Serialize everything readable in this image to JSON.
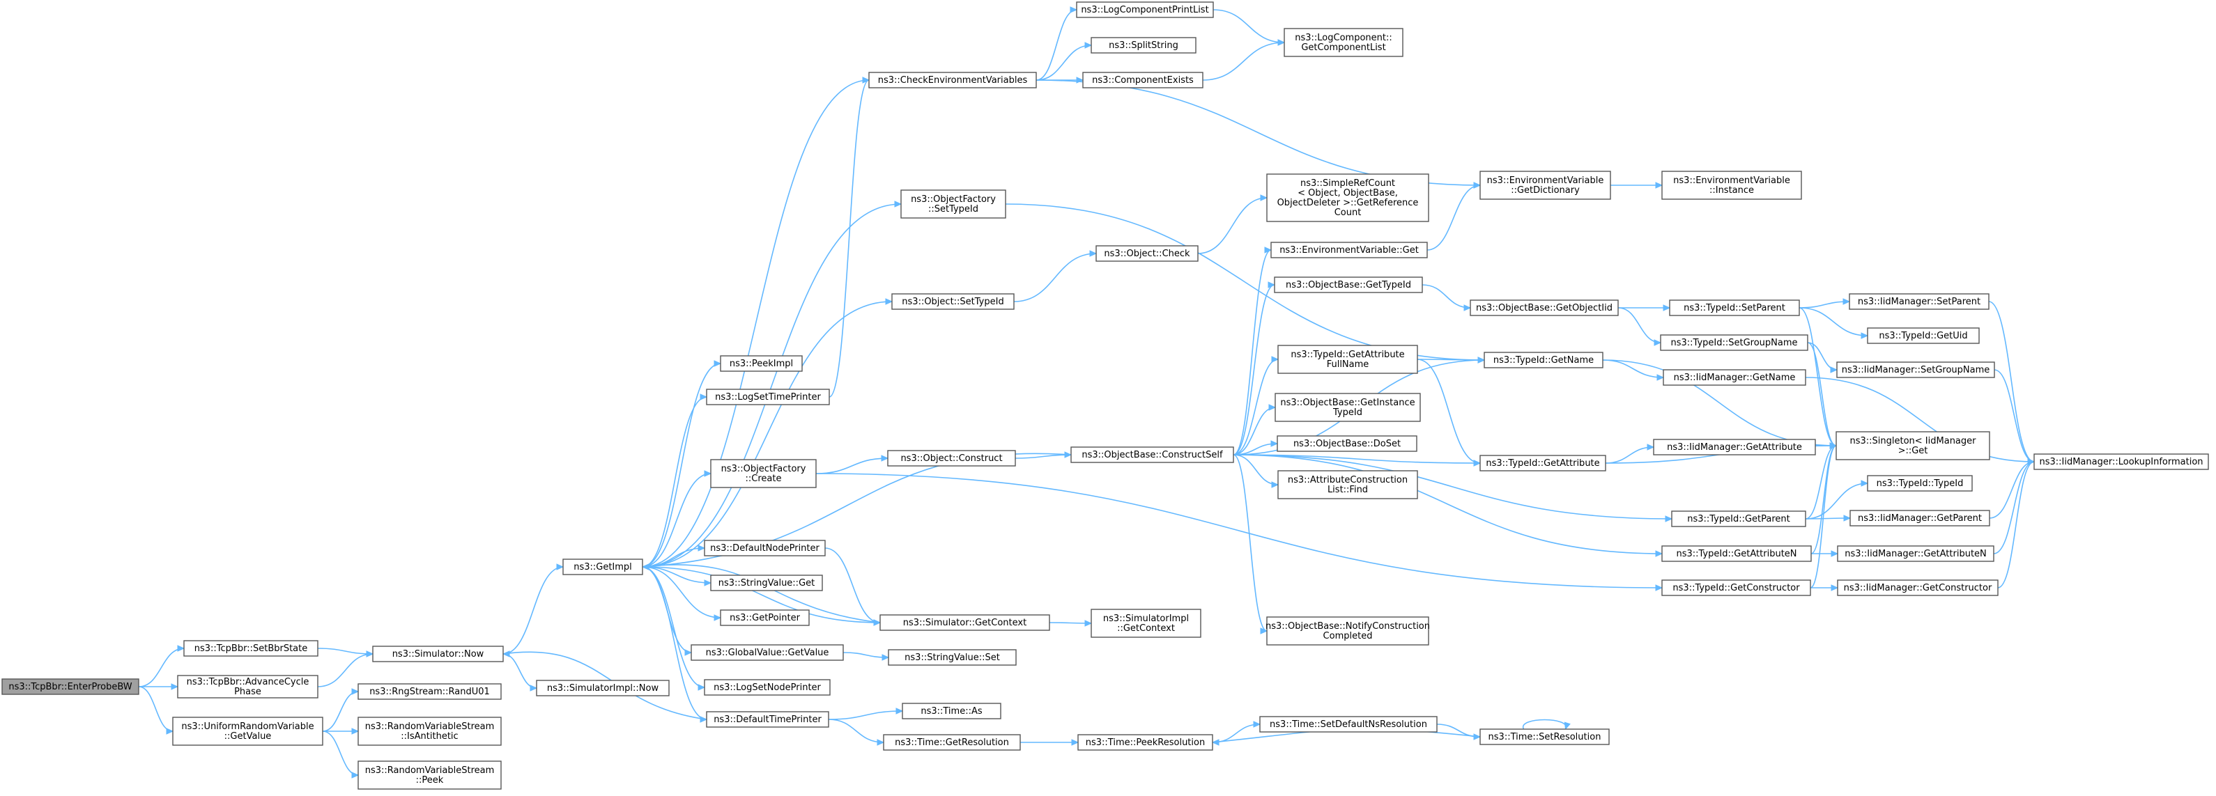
{
  "diagram": {
    "type": "call-graph",
    "colors": {
      "edge": "#63b8ff",
      "node_border": "#555555",
      "root_fill": "#a0a0a0",
      "node_fill": "#ffffff"
    },
    "nodes": [
      {
        "id": "enterProbeBW",
        "lines": [
          "ns3::TcpBbr::EnterProbeBW"
        ],
        "root": true
      },
      {
        "id": "setBbrState",
        "lines": [
          "ns3::TcpBbr::SetBbrState"
        ]
      },
      {
        "id": "advanceCycle",
        "lines": [
          "ns3::TcpBbr::AdvanceCycle",
          "Phase"
        ]
      },
      {
        "id": "urvGetValue",
        "lines": [
          "ns3::UniformRandomVariable",
          "::GetValue"
        ]
      },
      {
        "id": "simNow",
        "lines": [
          "ns3::Simulator::Now"
        ]
      },
      {
        "id": "randU01",
        "lines": [
          "ns3::RngStream::RandU01"
        ]
      },
      {
        "id": "isAntithetic",
        "lines": [
          "ns3::RandomVariableStream",
          "::IsAntithetic"
        ]
      },
      {
        "id": "rvsPeek",
        "lines": [
          "ns3::RandomVariableStream",
          "::Peek"
        ]
      },
      {
        "id": "getImpl",
        "lines": [
          "ns3::GetImpl"
        ]
      },
      {
        "id": "simImplNow",
        "lines": [
          "ns3::SimulatorImpl::Now"
        ]
      },
      {
        "id": "checkEnv",
        "lines": [
          "ns3::CheckEnvironmentVariables"
        ]
      },
      {
        "id": "peekImpl",
        "lines": [
          "ns3::PeekImpl"
        ]
      },
      {
        "id": "logSetTimePrinter",
        "lines": [
          "ns3::LogSetTimePrinter"
        ]
      },
      {
        "id": "objFactoryCreate",
        "lines": [
          "ns3::ObjectFactory",
          "::Create"
        ]
      },
      {
        "id": "defaultNodePrinter",
        "lines": [
          "ns3::DefaultNodePrinter"
        ]
      },
      {
        "id": "stringValueGet",
        "lines": [
          "ns3::StringValue::Get"
        ]
      },
      {
        "id": "getPointer",
        "lines": [
          "ns3::GetPointer"
        ]
      },
      {
        "id": "globalValueGetValue",
        "lines": [
          "ns3::GlobalValue::GetValue"
        ]
      },
      {
        "id": "logSetNodePrinter",
        "lines": [
          "ns3::LogSetNodePrinter"
        ]
      },
      {
        "id": "defaultTimePrinter",
        "lines": [
          "ns3::DefaultTimePrinter"
        ]
      },
      {
        "id": "logCompPrintList",
        "lines": [
          "ns3::LogComponentPrintList"
        ]
      },
      {
        "id": "splitString",
        "lines": [
          "ns3::SplitString"
        ]
      },
      {
        "id": "componentExists",
        "lines": [
          "ns3::ComponentExists"
        ]
      },
      {
        "id": "logCompGetList",
        "lines": [
          "ns3::LogComponent::",
          "GetComponentList"
        ]
      },
      {
        "id": "objFactorySetTypeId",
        "lines": [
          "ns3::ObjectFactory",
          "::SetTypeId"
        ]
      },
      {
        "id": "objectSetTypeId",
        "lines": [
          "ns3::Object::SetTypeId"
        ]
      },
      {
        "id": "objectCheck",
        "lines": [
          "ns3::Object::Check"
        ]
      },
      {
        "id": "objectConstruct",
        "lines": [
          "ns3::Object::Construct"
        ]
      },
      {
        "id": "simGetContext",
        "lines": [
          "ns3::Simulator::GetContext"
        ]
      },
      {
        "id": "stringValueSet",
        "lines": [
          "ns3::StringValue::Set"
        ]
      },
      {
        "id": "timeAs",
        "lines": [
          "ns3::Time::As"
        ]
      },
      {
        "id": "timeGetResolution",
        "lines": [
          "ns3::Time::GetResolution"
        ]
      },
      {
        "id": "simImplGetContext",
        "lines": [
          "ns3::SimulatorImpl",
          "::GetContext"
        ]
      },
      {
        "id": "timePeekResolution",
        "lines": [
          "ns3::Time::PeekResolution"
        ]
      },
      {
        "id": "objBaseConstructSelf",
        "lines": [
          "ns3::ObjectBase::ConstructSelf"
        ]
      },
      {
        "id": "simpleRefCount",
        "lines": [
          "ns3::SimpleRefCount",
          "< Object, ObjectBase,",
          "ObjectDeleter >::GetReference",
          "Count"
        ]
      },
      {
        "id": "envVarGet",
        "lines": [
          "ns3::EnvironmentVariable::Get"
        ]
      },
      {
        "id": "objBaseGetTypeId",
        "lines": [
          "ns3::ObjectBase::GetTypeId"
        ]
      },
      {
        "id": "typeIdGetAttrFullName",
        "lines": [
          "ns3::TypeId::GetAttribute",
          "FullName"
        ]
      },
      {
        "id": "objBaseGetInstanceTypeId",
        "lines": [
          "ns3::ObjectBase::GetInstance",
          "TypeId"
        ]
      },
      {
        "id": "objBaseDoSet",
        "lines": [
          "ns3::ObjectBase::DoSet"
        ]
      },
      {
        "id": "attrConstructionListFind",
        "lines": [
          "ns3::AttributeConstruction",
          "List::Find"
        ]
      },
      {
        "id": "objBaseNotify",
        "lines": [
          "ns3::ObjectBase::NotifyConstruction",
          "Completed"
        ]
      },
      {
        "id": "timeSetDefaultNsRes",
        "lines": [
          "ns3::Time::SetDefaultNsResolution"
        ]
      },
      {
        "id": "envVarGetDictionary",
        "lines": [
          "ns3::EnvironmentVariable",
          "::GetDictionary"
        ]
      },
      {
        "id": "objBaseGetObjectIid",
        "lines": [
          "ns3::ObjectBase::GetObjectIid"
        ]
      },
      {
        "id": "typeIdGetName",
        "lines": [
          "ns3::TypeId::GetName"
        ]
      },
      {
        "id": "typeIdGetAttribute",
        "lines": [
          "ns3::TypeId::GetAttribute"
        ]
      },
      {
        "id": "typeIdGetParent",
        "lines": [
          "ns3::TypeId::GetParent"
        ]
      },
      {
        "id": "typeIdGetAttributeN",
        "lines": [
          "ns3::TypeId::GetAttributeN"
        ]
      },
      {
        "id": "typeIdGetConstructor",
        "lines": [
          "ns3::TypeId::GetConstructor"
        ]
      },
      {
        "id": "timeSetResolution",
        "lines": [
          "ns3::Time::SetResolution"
        ]
      },
      {
        "id": "envVarInstance",
        "lines": [
          "ns3::EnvironmentVariable",
          "::Instance"
        ]
      },
      {
        "id": "typeIdSetParent",
        "lines": [
          "ns3::TypeId::SetParent"
        ]
      },
      {
        "id": "typeIdSetGroupName",
        "lines": [
          "ns3::TypeId::SetGroupName"
        ]
      },
      {
        "id": "iidGetName",
        "lines": [
          "ns3::IidManager::GetName"
        ]
      },
      {
        "id": "iidGetAttribute",
        "lines": [
          "ns3::IidManager::GetAttribute"
        ]
      },
      {
        "id": "singletonGet",
        "lines": [
          "ns3::Singleton< IidManager",
          ">::Get"
        ]
      },
      {
        "id": "iidSetParent",
        "lines": [
          "ns3::IidManager::SetParent"
        ]
      },
      {
        "id": "typeIdGetUid",
        "lines": [
          "ns3::TypeId::GetUid"
        ]
      },
      {
        "id": "iidSetGroupName",
        "lines": [
          "ns3::IidManager::SetGroupName"
        ]
      },
      {
        "id": "typeIdTypeId",
        "lines": [
          "ns3::TypeId::TypeId"
        ]
      },
      {
        "id": "iidGetParent",
        "lines": [
          "ns3::IidManager::GetParent"
        ]
      },
      {
        "id": "iidGetAttributeN",
        "lines": [
          "ns3::IidManager::GetAttributeN"
        ]
      },
      {
        "id": "iidGetConstructor",
        "lines": [
          "ns3::IidManager::GetConstructor"
        ]
      },
      {
        "id": "iidLookupInfo",
        "lines": [
          "ns3::IidManager::LookupInformation"
        ]
      }
    ],
    "edges": [
      [
        "enterProbeBW",
        "setBbrState"
      ],
      [
        "enterProbeBW",
        "advanceCycle"
      ],
      [
        "enterProbeBW",
        "urvGetValue"
      ],
      [
        "setBbrState",
        "simNow"
      ],
      [
        "advanceCycle",
        "simNow"
      ],
      [
        "urvGetValue",
        "randU01"
      ],
      [
        "urvGetValue",
        "isAntithetic"
      ],
      [
        "urvGetValue",
        "rvsPeek"
      ],
      [
        "simNow",
        "getImpl"
      ],
      [
        "simNow",
        "simImplNow"
      ],
      [
        "getImpl",
        "checkEnv"
      ],
      [
        "getImpl",
        "peekImpl"
      ],
      [
        "getImpl",
        "logSetTimePrinter"
      ],
      [
        "getImpl",
        "objFactoryCreate"
      ],
      [
        "getImpl",
        "objFactorySetTypeId"
      ],
      [
        "getImpl",
        "objectSetTypeId"
      ],
      [
        "getImpl",
        "defaultNodePrinter"
      ],
      [
        "getImpl",
        "stringValueGet"
      ],
      [
        "getImpl",
        "getPointer"
      ],
      [
        "getImpl",
        "globalValueGetValue"
      ],
      [
        "getImpl",
        "logSetNodePrinter"
      ],
      [
        "getImpl",
        "defaultTimePrinter"
      ],
      [
        "getImpl",
        "simGetContext"
      ],
      [
        "logSetTimePrinter",
        "checkEnv"
      ],
      [
        "checkEnv",
        "logCompPrintList"
      ],
      [
        "checkEnv",
        "splitString"
      ],
      [
        "checkEnv",
        "componentExists"
      ],
      [
        "checkEnv",
        "envVarGetDictionary"
      ],
      [
        "logCompPrintList",
        "logCompGetList"
      ],
      [
        "componentExists",
        "logCompGetList"
      ],
      [
        "objFactorySetTypeId",
        "typeIdGetName"
      ],
      [
        "objectSetTypeId",
        "objectCheck"
      ],
      [
        "objectCheck",
        "simpleRefCount"
      ],
      [
        "objFactoryCreate",
        "objectConstruct"
      ],
      [
        "objFactoryCreate",
        "typeIdGetConstructor"
      ],
      [
        "objectConstruct",
        "objBaseConstructSelf"
      ],
      [
        "defaultNodePrinter",
        "simGetContext"
      ],
      [
        "simGetContext",
        "simImplGetContext"
      ],
      [
        "simGetContext",
        "getImpl"
      ],
      [
        "globalValueGetValue",
        "stringValueSet"
      ],
      [
        "defaultTimePrinter",
        "simNow"
      ],
      [
        "defaultTimePrinter",
        "timeAs"
      ],
      [
        "defaultTimePrinter",
        "timeGetResolution"
      ],
      [
        "timeGetResolution",
        "timePeekResolution"
      ],
      [
        "timePeekResolution",
        "timeSetDefaultNsRes"
      ],
      [
        "timeSetDefaultNsRes",
        "timeSetResolution"
      ],
      [
        "timeSetResolution",
        "timePeekResolution"
      ],
      [
        "timeSetResolution",
        "timeSetResolution"
      ],
      [
        "objBaseConstructSelf",
        "envVarGet"
      ],
      [
        "objBaseConstructSelf",
        "objBaseGetTypeId"
      ],
      [
        "objBaseConstructSelf",
        "typeIdGetName"
      ],
      [
        "objBaseConstructSelf",
        "typeIdGetAttrFullName"
      ],
      [
        "objBaseConstructSelf",
        "objBaseGetInstanceTypeId"
      ],
      [
        "objBaseConstructSelf",
        "objBaseDoSet"
      ],
      [
        "objBaseConstructSelf",
        "attrConstructionListFind"
      ],
      [
        "objBaseConstructSelf",
        "typeIdGetAttribute"
      ],
      [
        "objBaseConstructSelf",
        "typeIdGetParent"
      ],
      [
        "objBaseConstructSelf",
        "typeIdGetAttributeN"
      ],
      [
        "objBaseConstructSelf",
        "objBaseNotify"
      ],
      [
        "objBaseConstructSelf",
        "getImpl"
      ],
      [
        "envVarGet",
        "envVarGetDictionary"
      ],
      [
        "envVarGetDictionary",
        "envVarInstance"
      ],
      [
        "objBaseGetTypeId",
        "objBaseGetObjectIid"
      ],
      [
        "objBaseGetObjectIid",
        "typeIdSetParent"
      ],
      [
        "objBaseGetObjectIid",
        "typeIdSetGroupName"
      ],
      [
        "typeIdGetAttrFullName",
        "typeIdGetName"
      ],
      [
        "typeIdGetAttrFullName",
        "typeIdGetAttribute"
      ],
      [
        "typeIdGetName",
        "iidGetName"
      ],
      [
        "typeIdGetName",
        "singletonGet"
      ],
      [
        "typeIdGetAttribute",
        "iidGetAttribute"
      ],
      [
        "typeIdGetAttribute",
        "singletonGet"
      ],
      [
        "typeIdGetParent",
        "singletonGet"
      ],
      [
        "typeIdGetParent",
        "typeIdTypeId"
      ],
      [
        "typeIdGetParent",
        "iidGetParent"
      ],
      [
        "typeIdGetAttributeN",
        "singletonGet"
      ],
      [
        "typeIdGetAttributeN",
        "iidGetAttributeN"
      ],
      [
        "typeIdGetConstructor",
        "singletonGet"
      ],
      [
        "typeIdGetConstructor",
        "iidGetConstructor"
      ],
      [
        "typeIdSetParent",
        "iidSetParent"
      ],
      [
        "typeIdSetParent",
        "typeIdGetUid"
      ],
      [
        "typeIdSetParent",
        "singletonGet"
      ],
      [
        "typeIdSetGroupName",
        "singletonGet"
      ],
      [
        "typeIdSetGroupName",
        "iidSetGroupName"
      ],
      [
        "iidGetName",
        "iidLookupInfo"
      ],
      [
        "iidSetParent",
        "iidLookupInfo"
      ],
      [
        "iidSetGroupName",
        "iidLookupInfo"
      ],
      [
        "iidGetParent",
        "iidLookupInfo"
      ],
      [
        "iidGetAttributeN",
        "iidLookupInfo"
      ],
      [
        "iidGetConstructor",
        "iidLookupInfo"
      ]
    ]
  }
}
